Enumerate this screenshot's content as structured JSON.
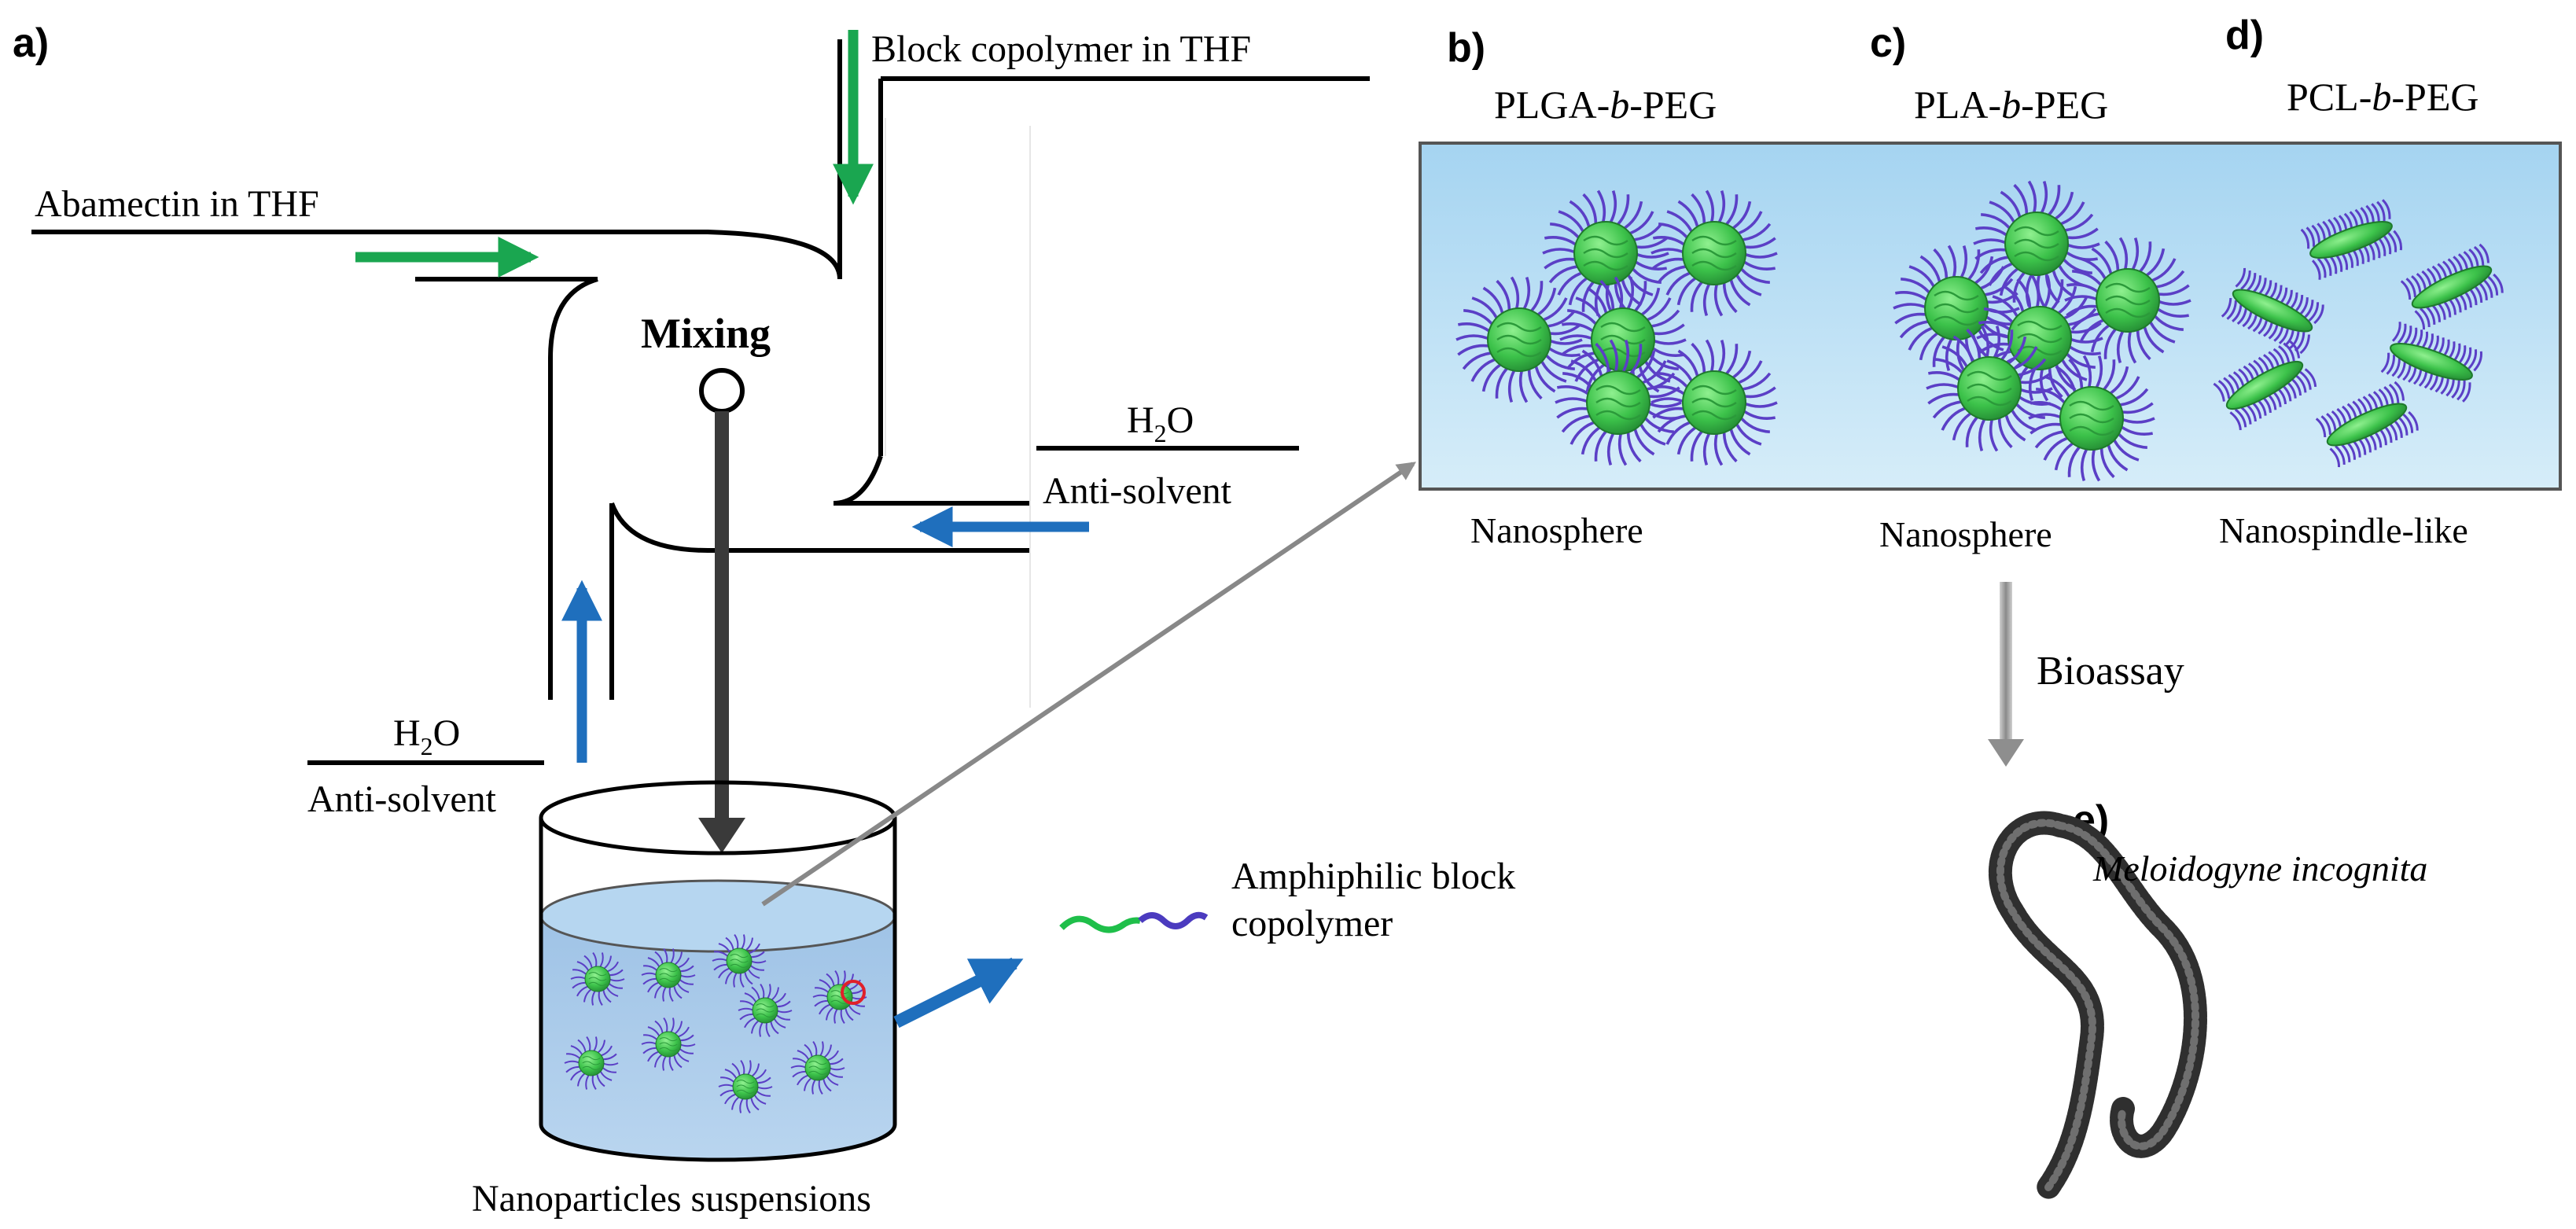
{
  "panels": {
    "a": "a)",
    "b": "b)",
    "c": "c)",
    "d": "d)",
    "e": "e)"
  },
  "mixer": {
    "block_copolymer_label": "Block copolymer in THF",
    "abamectin_label": "Abamectin in THF",
    "mixing_label": "Mixing",
    "water_right": {
      "formula": "H",
      "sub": "2",
      "formula_tail": "O",
      "role": "Anti-solvent"
    },
    "water_left": {
      "formula": "H",
      "sub": "2",
      "formula_tail": "O",
      "role": "Anti-solvent"
    }
  },
  "beaker": {
    "caption": "Nanoparticles suspensions",
    "legend_line1": "Amphiphilic block",
    "legend_line2": "copolymer"
  },
  "nanoparticles": {
    "b": {
      "prefix": "PLGA-",
      "italic": "b",
      "suffix": "-PEG",
      "morphology": "Nanosphere"
    },
    "c": {
      "prefix": "PLA-",
      "italic": "b",
      "suffix": "-PEG",
      "morphology": "Nanosphere"
    },
    "d": {
      "prefix": "PCL-",
      "italic": "b",
      "suffix": "-PEG",
      "morphology": "Nanospindle-like"
    }
  },
  "bioassay": {
    "label": "Bioassay",
    "organism": "Meloidogyne incognita"
  },
  "colors": {
    "green_arrow": "#1aa650",
    "blue_arrow": "#1f6fbd",
    "sphere": "#36c24a",
    "chain": "#5b3fc6",
    "water_top": "#a8d6f2",
    "water_bottom": "#cfe9f8"
  }
}
